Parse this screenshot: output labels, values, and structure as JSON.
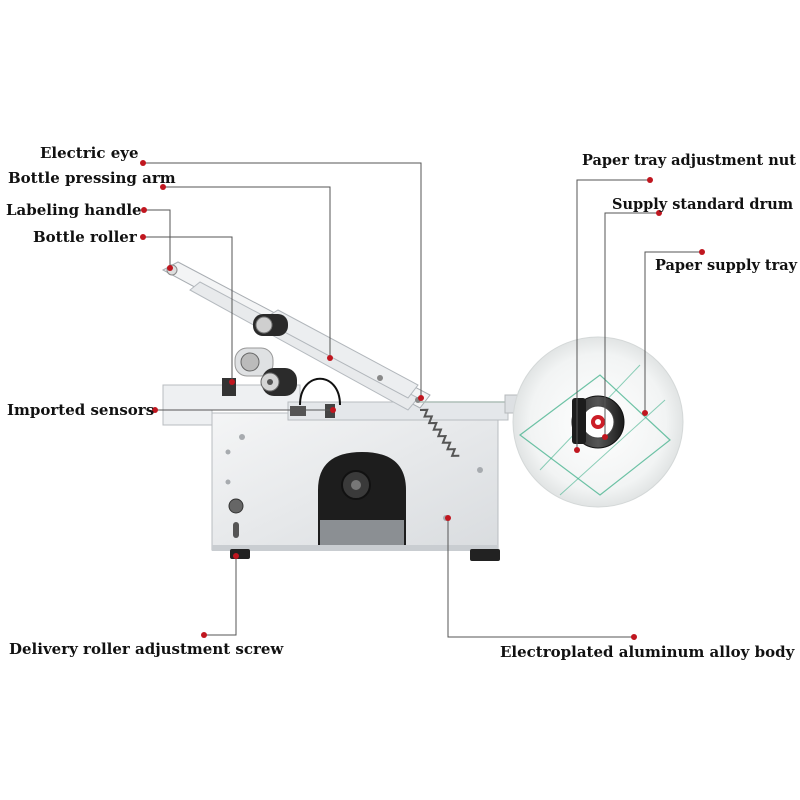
{
  "labels": {
    "electric_eye": "Electric eye",
    "bottle_pressing_arm": "Bottle pressing arm",
    "labeling_handle": "Labeling handle",
    "bottle_roller": "Bottle roller",
    "imported_sensors": "Imported sensors",
    "paper_tray_adjustment_nut": "Paper tray adjustment nut",
    "supply_standard_drum": "Supply standard drum",
    "paper_supply_tray": "Paper supply tray",
    "delivery_roller_adjustment_screw": "Delivery roller adjustment screw",
    "electroplated_aluminum_alloy_body": "Electroplated aluminum alloy body"
  },
  "colors": {
    "callout_dot": "#c0161f",
    "leader_line": "#555555",
    "text": "#111111",
    "body_metal": "#e9ebed",
    "label_roll": "#f4f6f6"
  }
}
